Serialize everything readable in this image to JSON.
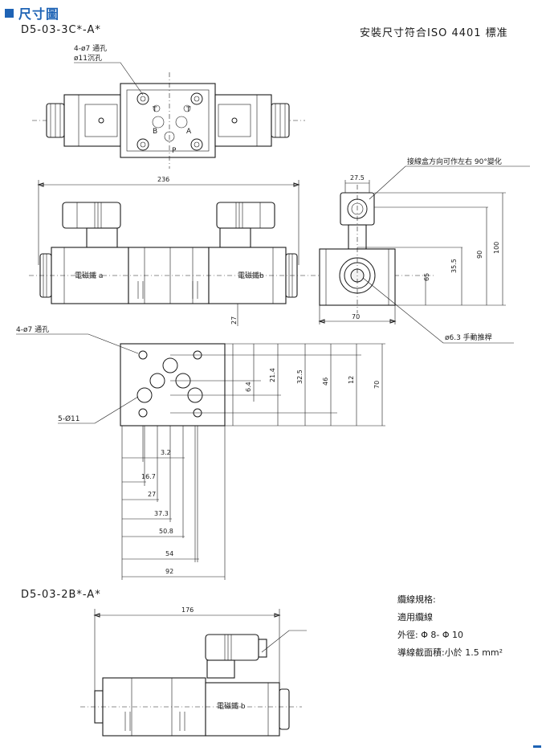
{
  "header": {
    "title": "尺寸圖"
  },
  "models": {
    "top": "D5-03-3C*-A*",
    "bottom": "D5-03-2B*-A*"
  },
  "note_mounting": "安裝尺寸符合ISO 4401 標准",
  "callouts": {
    "holes_top_1": "4-ø7 通孔",
    "holes_top_2": "ø11沉孔",
    "connector": "接線盒方向可作左右 90°變化",
    "manual": "ø6.3  手動推桿",
    "holes_left": "4-ø7 通孔",
    "holes_5": "5-Ø11"
  },
  "ports": {
    "T1": "T",
    "T2": "T",
    "B": "B",
    "A": "A",
    "P": "P"
  },
  "coil_labels": {
    "a": "電磁鐵 a",
    "b": "電磁鐵b",
    "b2": "電磁鐵 b"
  },
  "dims": {
    "d236": "236",
    "d27_5": "27.5",
    "d27": "27",
    "d70": "70",
    "d90": "90",
    "d100": "100",
    "d65": "65",
    "d35_5": "35.5",
    "d6_4": "6.4",
    "d21_4": "21.4",
    "d32_5": "32.5",
    "d46": "46",
    "d12": "12",
    "d70r": "70",
    "d3_2": "3.2",
    "d16_7": "16.7",
    "d27b": "27",
    "d37_3": "37.3",
    "d50_8": "50.8",
    "d54": "54",
    "d92": "92",
    "d176": "176"
  },
  "cable_spec": {
    "title": "纜線規格:",
    "type": "適用纜線",
    "od": "外徑: Φ 8- Φ 10",
    "area": "導線截面積:小於 1.5 mm²"
  }
}
